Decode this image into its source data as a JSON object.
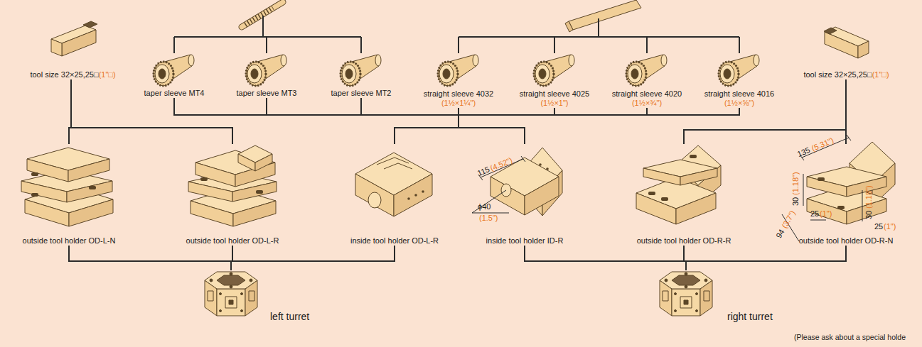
{
  "diagram": {
    "nodes": [
      {
        "text": [
          "tool size 32×25,25□",
          "(1\"□)"
        ]
      },
      {
        "text": [
          "taper sleeve MT4"
        ]
      },
      {
        "text": [
          "taper sleeve MT3"
        ]
      },
      {
        "text": [
          "taper sleeve MT2"
        ]
      },
      {
        "text": [
          "straight sleeve 4032",
          "(1½×1¼\")"
        ]
      },
      {
        "text": [
          "straight sleeve 4025",
          "(1½×1\")"
        ]
      },
      {
        "text": [
          "straight sleeve 4020",
          "(1½×¾\")"
        ]
      },
      {
        "text": [
          "straight sleeve 4016",
          "(1½×⅝\")"
        ]
      },
      {
        "text": [
          "tool size 32×25,25□",
          "(1\"□)"
        ]
      },
      {
        "text": [
          "outside tool holder OD-L-N"
        ]
      },
      {
        "text": [
          "outside tool holder OD-L-R"
        ]
      },
      {
        "text": [
          "inside tool holder OD-L-R"
        ]
      },
      {
        "text": [
          "inside tool holder ID-R"
        ]
      },
      {
        "text": [
          "outside tool holder OD-R-R"
        ]
      },
      {
        "text": [
          "outside tool holder OD-R-N"
        ]
      },
      {
        "text": [
          "left turret"
        ]
      },
      {
        "text": [
          "right turret"
        ]
      }
    ],
    "edges": [
      {
        "from": 0,
        "to": 9,
        "arrow": "none"
      },
      {
        "from": 0,
        "to": 10,
        "arrow": "none"
      },
      {
        "from": 1,
        "to": 11,
        "arrow": "none"
      },
      {
        "from": 1,
        "to": 12,
        "arrow": "none"
      },
      {
        "from": 2,
        "to": 11,
        "arrow": "none"
      },
      {
        "from": 2,
        "to": 12,
        "arrow": "none"
      },
      {
        "from": 3,
        "to": 11,
        "arrow": "none"
      },
      {
        "from": 3,
        "to": 12,
        "arrow": "none"
      },
      {
        "from": 4,
        "to": 11,
        "arrow": "none"
      },
      {
        "from": 4,
        "to": 12,
        "arrow": "none"
      },
      {
        "from": 5,
        "to": 11,
        "arrow": "none"
      },
      {
        "from": 5,
        "to": 12,
        "arrow": "none"
      },
      {
        "from": 6,
        "to": 11,
        "arrow": "none"
      },
      {
        "from": 6,
        "to": 12,
        "arrow": "none"
      },
      {
        "from": 7,
        "to": 11,
        "arrow": "none"
      },
      {
        "from": 7,
        "to": 12,
        "arrow": "none"
      },
      {
        "from": 8,
        "to": 13,
        "arrow": "none"
      },
      {
        "from": 8,
        "to": 14,
        "arrow": "none"
      },
      {
        "from": 9,
        "to": 15,
        "arrow": "none"
      },
      {
        "from": 10,
        "to": 15,
        "arrow": "none"
      },
      {
        "from": 11,
        "to": 15,
        "arrow": "none"
      },
      {
        "from": 12,
        "to": 16,
        "arrow": "none"
      },
      {
        "from": 13,
        "to": 16,
        "arrow": "none"
      },
      {
        "from": 14,
        "to": 16,
        "arrow": "none"
      }
    ],
    "labels": [
      "115",
      "(4.52\")",
      "ϕ40",
      "(1.5\")",
      "135",
      "(5.31\")",
      "30",
      "(1.18\")",
      "25",
      "(1\")",
      "94",
      "(3.7\")",
      "30",
      "(1.18\")",
      "25",
      "(1\")",
      "(Please ask about a special holde"
    ]
  }
}
